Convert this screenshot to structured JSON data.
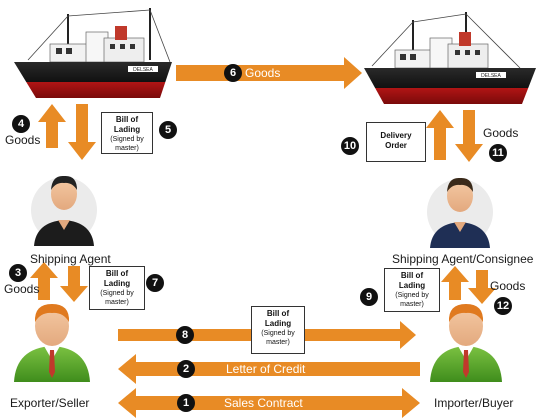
{
  "colors": {
    "arrow": "#e88b25",
    "doc_border": "#333333",
    "badge": "#111111"
  },
  "ships": [
    {
      "name_plate": "DELSEA"
    },
    {
      "name_plate": "DELSEA"
    }
  ],
  "parties": {
    "shipping_agent": "Shipping Agent",
    "exporter": "Exporter/Seller",
    "consignee": "Shipping Agent/Consignee",
    "importer": "Importer/Buyer"
  },
  "steps": [
    {
      "num": "1",
      "label": "Sales Contract"
    },
    {
      "num": "2",
      "label": "Letter of Credit"
    },
    {
      "num": "3",
      "label": "Goods"
    },
    {
      "num": "4",
      "label": "Goods"
    },
    {
      "num": "5",
      "label": ""
    },
    {
      "num": "6",
      "label": "Goods"
    },
    {
      "num": "7",
      "label": ""
    },
    {
      "num": "8",
      "label": ""
    },
    {
      "num": "9",
      "label": ""
    },
    {
      "num": "10",
      "label": ""
    },
    {
      "num": "11",
      "label": "Goods"
    },
    {
      "num": "12",
      "label": "Goods"
    }
  ],
  "documents": {
    "bol": {
      "title": "Bill of Lading",
      "title_a": "Bill of",
      "title_b": "Lading",
      "sub_a": "(Signed by",
      "sub_b": "master)"
    },
    "delivery": {
      "title_a": "Delivery",
      "title_b": "Order"
    }
  }
}
